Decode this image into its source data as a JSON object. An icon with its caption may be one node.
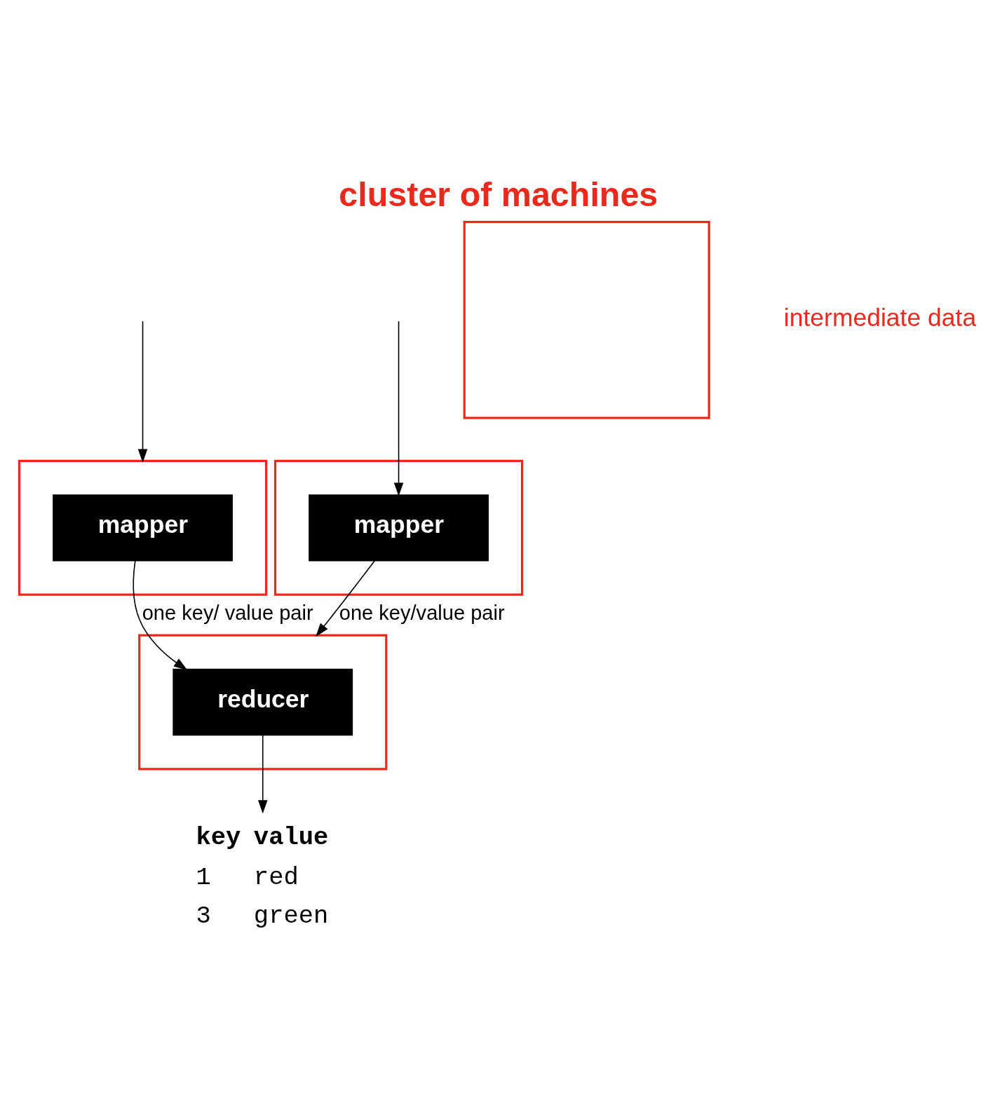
{
  "diagram": {
    "title": "cluster of machines",
    "nodes": [
      {
        "text": [],
        "shape": "box"
      },
      {
        "text": [
          "mapper"
        ],
        "in": 0
      },
      {
        "text": [],
        "shape": "box"
      },
      {
        "text": [],
        "shape": "box"
      },
      {
        "text": [
          "mapper"
        ],
        "in": 3
      },
      {
        "text": [],
        "shape": "box"
      },
      {
        "text": [
          "reducer"
        ],
        "in": 5
      },
      {
        "text": [
          "key",
          "value",
          "1",
          "red",
          "3",
          "green"
        ]
      }
    ],
    "edges": [
      {
        "from": null,
        "to": 1,
        "arrow": "to"
      },
      {
        "from": null,
        "to": 3,
        "arrow": "to"
      },
      {
        "from": 1,
        "to": 5,
        "arrow": "to",
        "label": "one key/value pair"
      },
      {
        "from": 4,
        "to": 6,
        "arrow": "to",
        "label": "one key/ value pair"
      },
      {
        "from": 6,
        "to": 7,
        "arrow": "to"
      }
    ],
    "labels": [
      "intermediate data"
    ]
  }
}
